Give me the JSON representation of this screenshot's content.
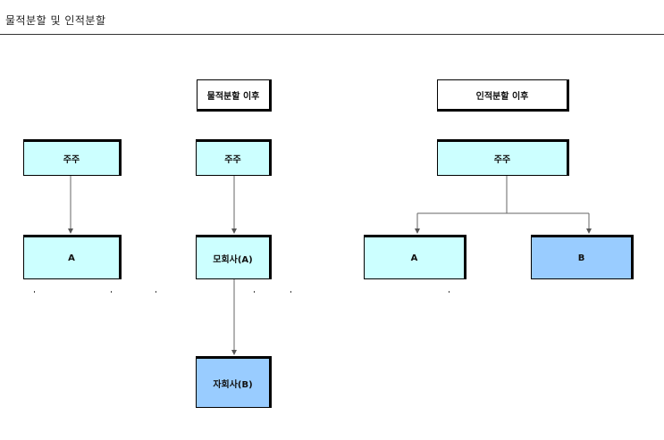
{
  "page": {
    "title": "물적분할 및 인적분할"
  },
  "diagrams": {
    "before": {
      "shareholder": "주주",
      "company": "A"
    },
    "physical_split": {
      "header": "물적분할 이후",
      "shareholder": "주주",
      "parent": "모회사(A)",
      "subsidiary": "자회사(B)"
    },
    "personal_split": {
      "header": "인적분할 이후",
      "shareholder": "주주",
      "company_a": "A",
      "company_b": "B"
    }
  },
  "colors": {
    "box_cyan": "#ccffff",
    "box_blue": "#99ccff",
    "border": "#000000"
  }
}
